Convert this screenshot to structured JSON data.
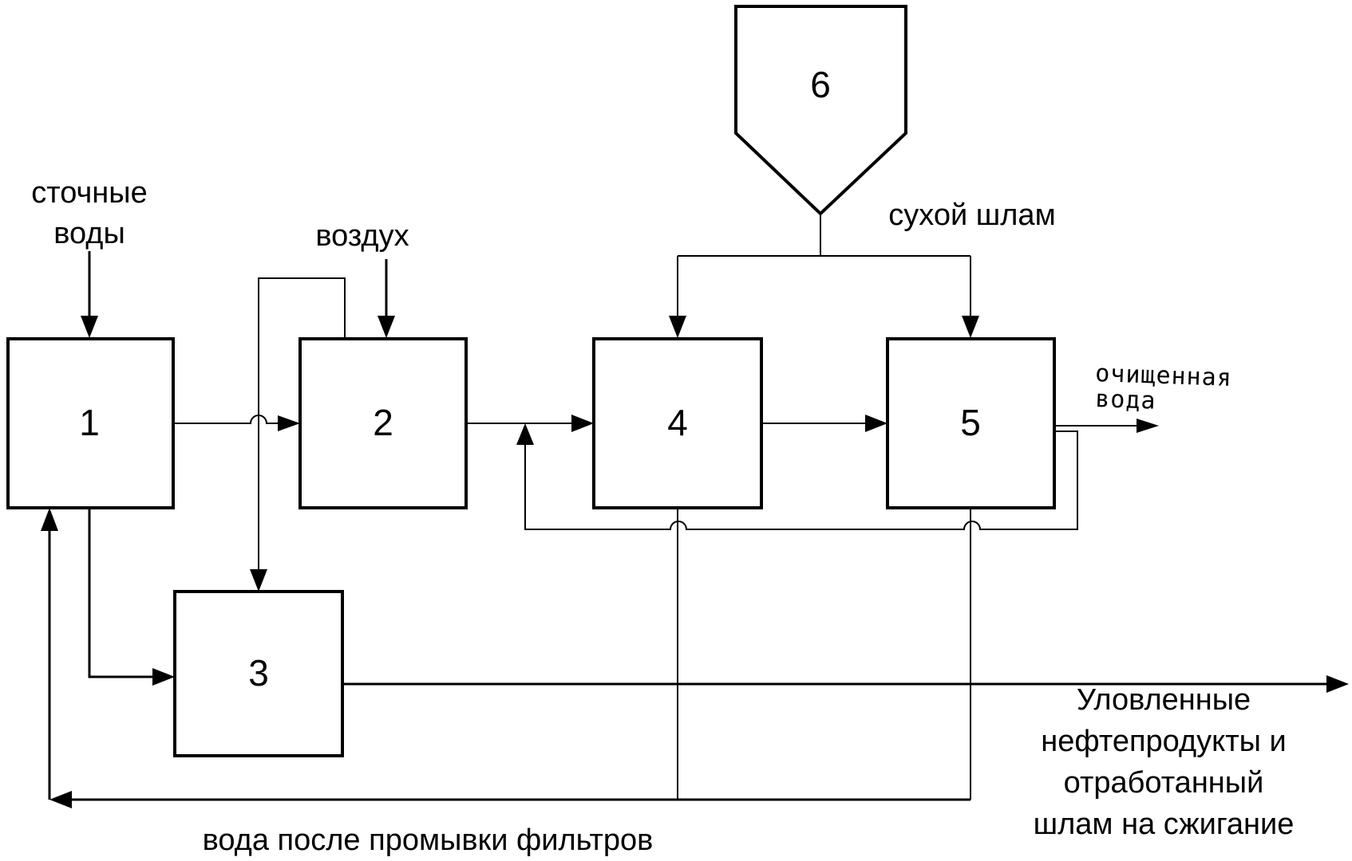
{
  "blocks": {
    "b1": "1",
    "b2": "2",
    "b3": "3",
    "b4": "4",
    "b5": "5",
    "b6": "6"
  },
  "labels": {
    "wastewater_line1": "сточные",
    "wastewater_line2": "воды",
    "air": "воздух",
    "dry_sludge": "сухой шлам",
    "purified_line1": "очищенная",
    "purified_line2": "вода",
    "oil_line1": "Уловленные",
    "oil_line2": "нефтепродукты и",
    "oil_line3": "отработанный",
    "oil_line4": "шлам на сжигание",
    "backwash": "вода после промывки фильтров"
  }
}
